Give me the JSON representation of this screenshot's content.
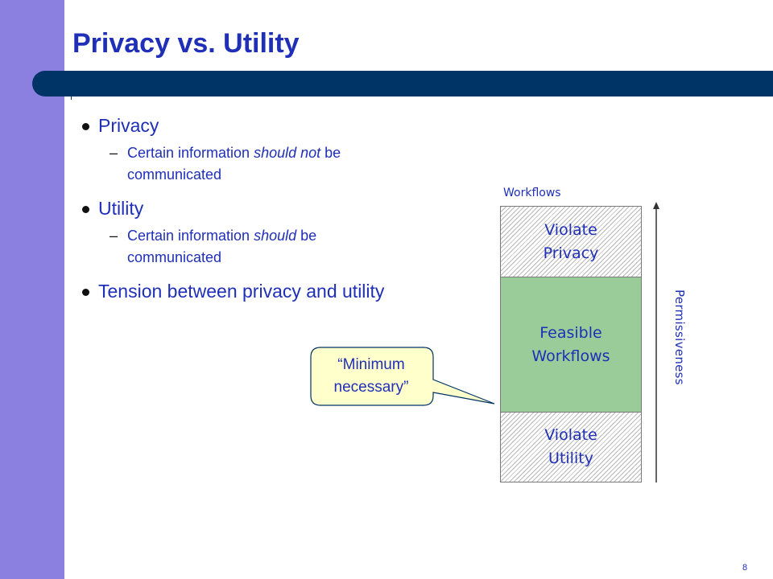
{
  "slide": {
    "title": "Privacy vs. Utility",
    "page_number": "8"
  },
  "bullets": [
    {
      "text": "Privacy",
      "sub": {
        "before": "Certain information ",
        "em": "should not",
        "after": " be communicated"
      }
    },
    {
      "text": "Utility",
      "sub": {
        "before": "Certain information ",
        "em": "should",
        "after": " be communicated"
      }
    },
    {
      "text": "Tension between privacy and utility"
    }
  ],
  "diagram": {
    "header": "Workflows",
    "segments": {
      "top": "Violate Privacy",
      "middle": "Feasible Workflows",
      "bottom": "Violate Utility"
    },
    "axis_label": "Permissiveness",
    "callout": "“Minimum necessary”",
    "colors": {
      "feasible_fill": "#99cc99",
      "text": "#1f2fb8",
      "band": "#003366",
      "left_bar": "#8b80e0",
      "callout_fill": "#ffffcc"
    }
  }
}
